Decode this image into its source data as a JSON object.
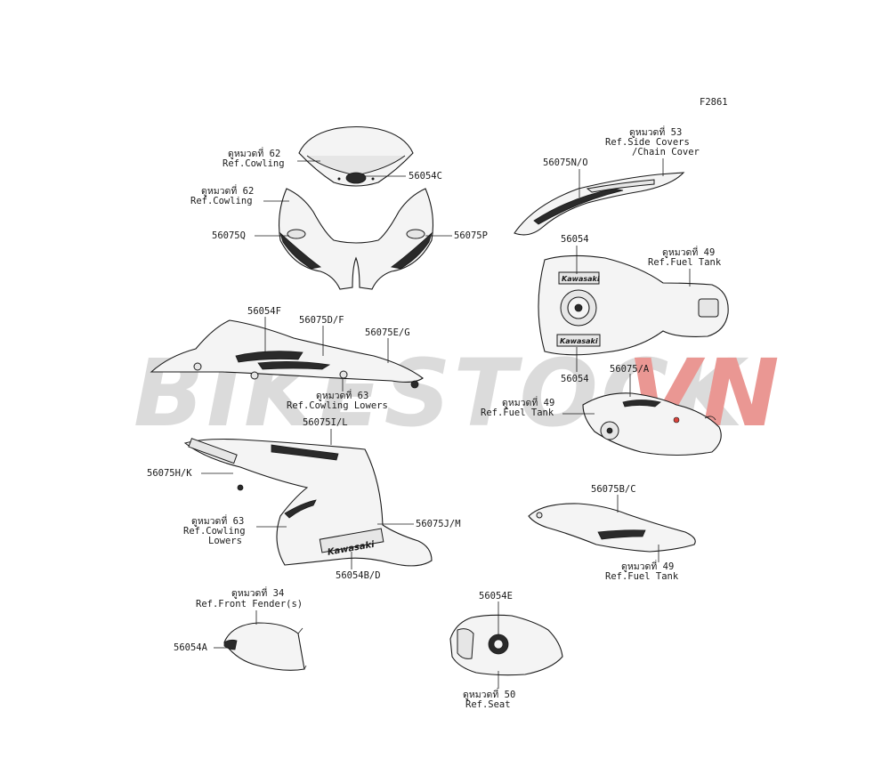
{
  "figure_code": "F2861",
  "watermark": {
    "part1": "BIKESTOCK",
    "part2": "VN",
    "color1": "#bfbfbf",
    "color2": "#d9433b"
  },
  "callouts": {
    "a": {
      "line1": "ดูหมวดที่ 62",
      "line2": "Ref.Cowling"
    },
    "b": {
      "line1": "ดูหมวดที่ 62",
      "line2": "Ref.Cowling"
    },
    "c": {
      "line1": "ดูหมวดที่ 53",
      "line2": "Ref.Side Covers",
      "line3": "/Chain Cover"
    },
    "d": {
      "line1": "ดูหมวดที่ 49",
      "line2": "Ref.Fuel Tank"
    },
    "e": {
      "line1": "ดูหมวดที่ 63",
      "line2": "Ref.Cowling Lowers"
    },
    "f": {
      "line1": "ดูหมวดที่ 49",
      "line2": "Ref.Fuel Tank"
    },
    "g": {
      "line1": "ดูหมวดที่ 63",
      "line2": "Ref.Cowling",
      "line3": "Lowers"
    },
    "h": {
      "line1": "ดูหมวดที่ 49",
      "line2": "Ref.Fuel Tank"
    },
    "i": {
      "line1": "ดูหมวดที่ 34",
      "line2": "Ref.Front Fender(s)"
    },
    "j": {
      "line1": "ดูหมวดที่ 50",
      "line2": "Ref.Seat"
    }
  },
  "part_numbers": {
    "p56054C": "56054C",
    "p56075Q": "56075Q",
    "p56075P": "56075P",
    "p56075NO": "56075N/O",
    "p56054_top": "56054",
    "p56054_bottom": "56054",
    "p56054F": "56054F",
    "p56075DF": "56075D/F",
    "p56075EG": "56075E/G",
    "p56075A": "56075/A",
    "p56075IL": "56075I/L",
    "p56075HK": "56075H/K",
    "p56075JM": "56075J/M",
    "p56054BD": "56054B/D",
    "p56075BC": "56075B/C",
    "p56054E": "56054E",
    "p56054A": "56054A"
  },
  "decal_text": {
    "tank_brand_top": "Kawasaki",
    "tank_brand_bottom": "Kawasaki",
    "cowl_brand": "Kawasaki"
  }
}
